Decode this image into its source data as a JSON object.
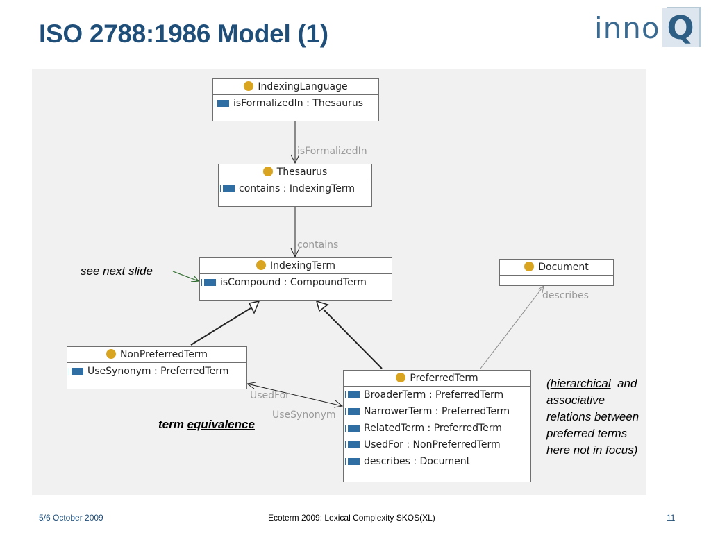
{
  "slide": {
    "title": "ISO 2788:1986 Model (1)",
    "logo": {
      "text": "inno",
      "q": "Q",
      "color": "#3b6a91"
    }
  },
  "diagram": {
    "classes": {
      "indexing_language": {
        "name": "IndexingLanguage",
        "attrs": [
          "isFormalizedIn   : Thesaurus"
        ]
      },
      "thesaurus": {
        "name": "Thesaurus",
        "attrs": [
          "contains   : IndexingTerm"
        ]
      },
      "indexing_term": {
        "name": "IndexingTerm",
        "attrs": [
          "isCompound   : CompoundTerm"
        ]
      },
      "document": {
        "name": "Document",
        "attrs": []
      },
      "non_preferred_term": {
        "name": "NonPreferredTerm",
        "attrs": [
          "UseSynonym    : PreferredTerm"
        ]
      },
      "preferred_term": {
        "name": "PreferredTerm",
        "attrs": [
          "BroaderTerm   : PreferredTerm",
          "NarrowerTerm   : PreferredTerm",
          "RelatedTerm   : PreferredTerm",
          "UsedFor   : NonPreferredTerm",
          "describes   : Document"
        ]
      }
    },
    "relation_labels": {
      "is_formalized_in": "isFormalizedIn",
      "contains": "contains",
      "describes": "describes",
      "used_for": "UsedFor",
      "use_synonym": "UseSynonym"
    },
    "notes": {
      "see_next_slide": "see next slide",
      "term_equivalence_prefix": "term",
      "term_equivalence_emph": "equivalence",
      "hier_open": "(",
      "hier_word": "hierarchical",
      "hier_and": "and",
      "assoc_word": "associative",
      "line3": "relations between",
      "line4": "preferred terms",
      "line5": "here not in focus)"
    },
    "colors": {
      "class_icon": "#d9a520",
      "attribute_icon": "#2f6ea3",
      "note_arrow": "#2e6b2e"
    }
  },
  "footer": {
    "date": "5/6 October 2009",
    "event": "Ecoterm 2009: Lexical Complexity SKOS(XL)",
    "page": "11"
  }
}
